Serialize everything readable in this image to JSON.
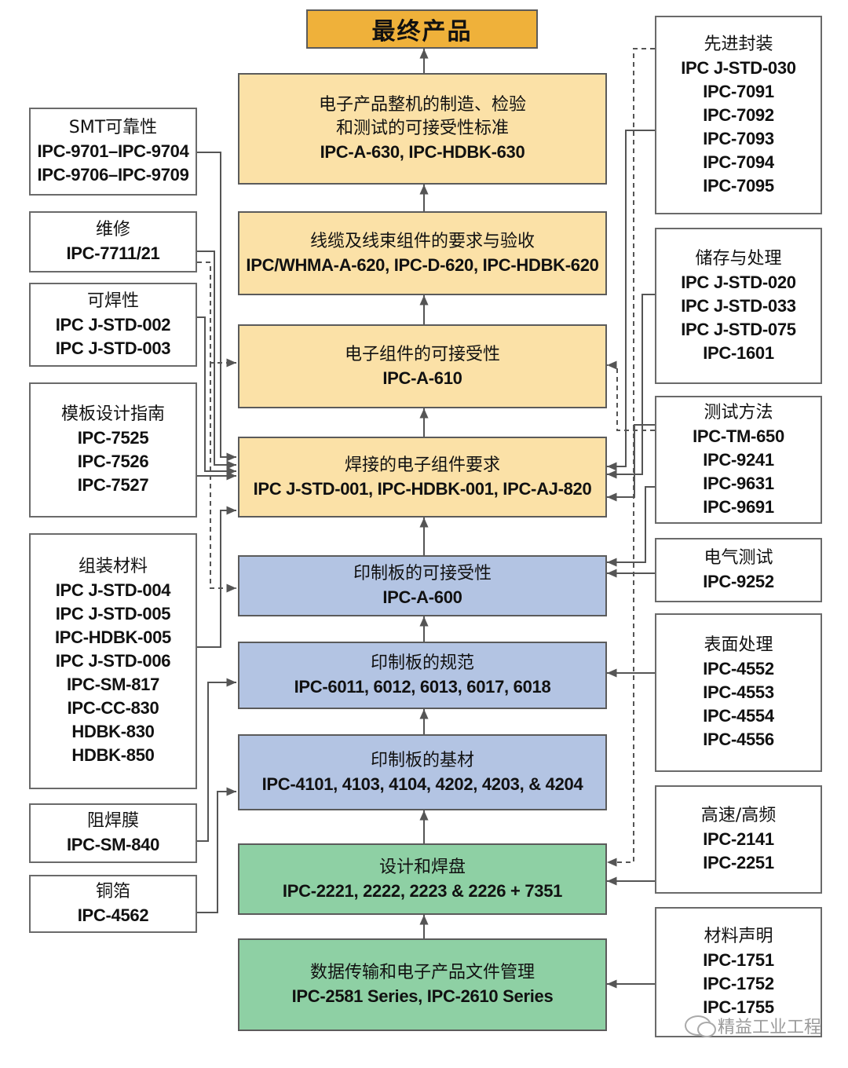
{
  "colors": {
    "final": "#efb13a",
    "acceptance": "#fbe1a7",
    "board": "#b3c4e3",
    "design": "#8ed0a4",
    "line": "#555555"
  },
  "final": {
    "title": "最终产品"
  },
  "center": [
    {
      "title": "电子产品整机的制造、检验",
      "title2": "和测试的可接受性标准",
      "code": "IPC-A-630, IPC-HDBK-630"
    },
    {
      "title": "线缆及线束组件的要求与验收",
      "code": "IPC/WHMA-A-620, IPC-D-620, IPC-HDBK-620"
    },
    {
      "title": "电子组件的可接受性",
      "code": "IPC-A-610"
    },
    {
      "title": "焊接的电子组件要求",
      "code": "IPC J-STD-001, IPC-HDBK-001, IPC-AJ-820"
    },
    {
      "title": "印制板的可接受性",
      "code": "IPC-A-600"
    },
    {
      "title": "印制板的规范",
      "code": "IPC-6011, 6012, 6013, 6017, 6018"
    },
    {
      "title": "印制板的基材",
      "code": "IPC-4101, 4103, 4104, 4202, 4203, & 4204"
    },
    {
      "title": "设计和焊盘",
      "code": "IPC-2221, 2222, 2223 & 2226 + 7351"
    },
    {
      "title": "数据传输和电子产品文件管理",
      "code": "IPC-2581 Series, IPC-2610 Series"
    }
  ],
  "left": [
    {
      "title": "SMT可靠性",
      "codes": [
        "IPC-9701–IPC-9704",
        "IPC-9706–IPC-9709"
      ]
    },
    {
      "title": "维修",
      "codes": [
        "IPC-7711/21"
      ]
    },
    {
      "title": "可焊性",
      "codes": [
        "IPC J-STD-002",
        "IPC J-STD-003"
      ]
    },
    {
      "title": "模板设计指南",
      "codes": [
        "IPC-7525",
        "IPC-7526",
        "IPC-7527"
      ]
    },
    {
      "title": "组装材料",
      "codes": [
        "IPC J-STD-004",
        "IPC J-STD-005",
        "IPC-HDBK-005",
        "IPC J-STD-006",
        "IPC-SM-817",
        "IPC-CC-830",
        "HDBK-830",
        "HDBK-850"
      ]
    },
    {
      "title": "阻焊膜",
      "codes": [
        "IPC-SM-840"
      ]
    },
    {
      "title": "铜箔",
      "codes": [
        "IPC-4562"
      ]
    }
  ],
  "right": [
    {
      "title": "先进封装",
      "codes": [
        "IPC J-STD-030",
        "IPC-7091",
        "IPC-7092",
        "IPC-7093",
        "IPC-7094",
        "IPC-7095"
      ]
    },
    {
      "title": "储存与处理",
      "codes": [
        "IPC J-STD-020",
        "IPC J-STD-033",
        "IPC J-STD-075",
        "IPC-1601"
      ]
    },
    {
      "title": "测试方法",
      "codes": [
        "IPC-TM-650",
        "IPC-9241",
        "IPC-9631",
        "IPC-9691"
      ]
    },
    {
      "title": "电气测试",
      "codes": [
        "IPC-9252"
      ]
    },
    {
      "title": "表面处理",
      "codes": [
        "IPC-4552",
        "IPC-4553",
        "IPC-4554",
        "IPC-4556"
      ]
    },
    {
      "title": "高速/高频",
      "codes": [
        "IPC-2141",
        "IPC-2251"
      ]
    },
    {
      "title": "材料声明",
      "codes": [
        "IPC-1751",
        "IPC-1752",
        "IPC-1755"
      ]
    }
  ],
  "watermark": "精益工业工程"
}
